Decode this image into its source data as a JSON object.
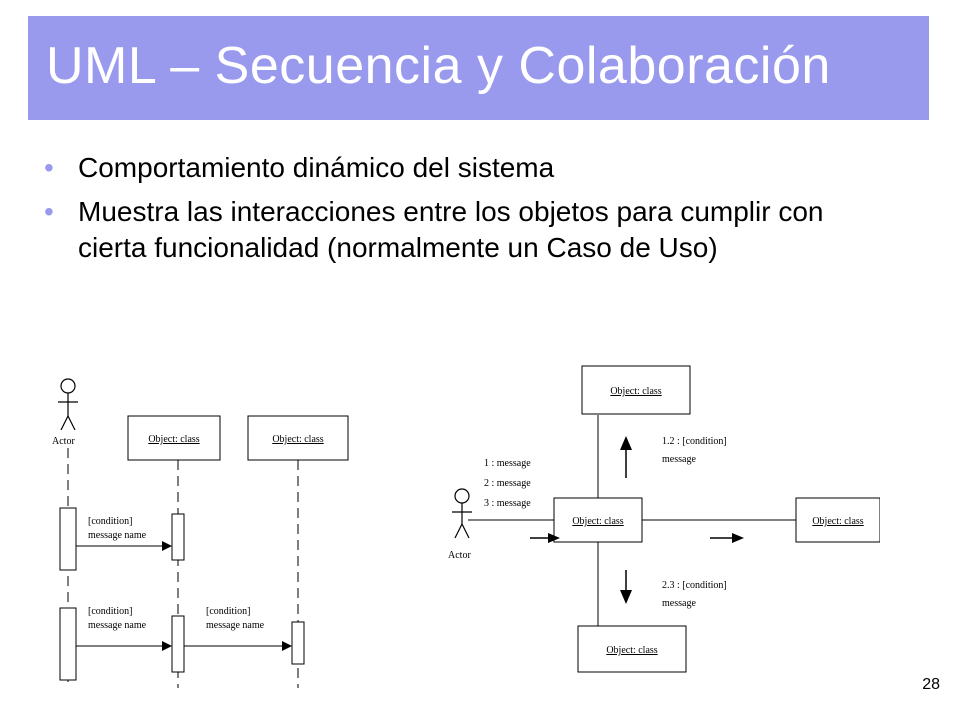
{
  "slide": {
    "title": "UML – Secuencia y Colaboración",
    "bullets": [
      "Comportamiento dinámico del sistema",
      "Muestra las interacciones entre los objetos para cumplir con cierta funcionalidad (normalmente un Caso de Uso)"
    ],
    "page_number": "28"
  },
  "colors": {
    "title_bar": "#9999ee",
    "title_text": "#ffffff",
    "bullet": "#9999ee"
  },
  "sequence_diagram": {
    "actor_label": "Actor",
    "objects": [
      "Object: class",
      "Object: class"
    ],
    "messages": [
      {
        "condition": "[condition]",
        "name": "message name"
      },
      {
        "condition": "[condition]",
        "name": "message name"
      },
      {
        "condition": "[condition]",
        "name": "message name"
      }
    ]
  },
  "collaboration_diagram": {
    "actor_label": "Actor",
    "objects": {
      "top": "Object: class",
      "center": "Object: class",
      "right": "Object: class",
      "bottom": "Object: class"
    },
    "actor_messages": [
      "1 : message",
      "2 : message",
      "3 : message"
    ],
    "up_message": {
      "label": "1.2 : [condition]",
      "name": "message"
    },
    "down_message": {
      "label": "2.3 : [condition]",
      "name": "message"
    }
  }
}
